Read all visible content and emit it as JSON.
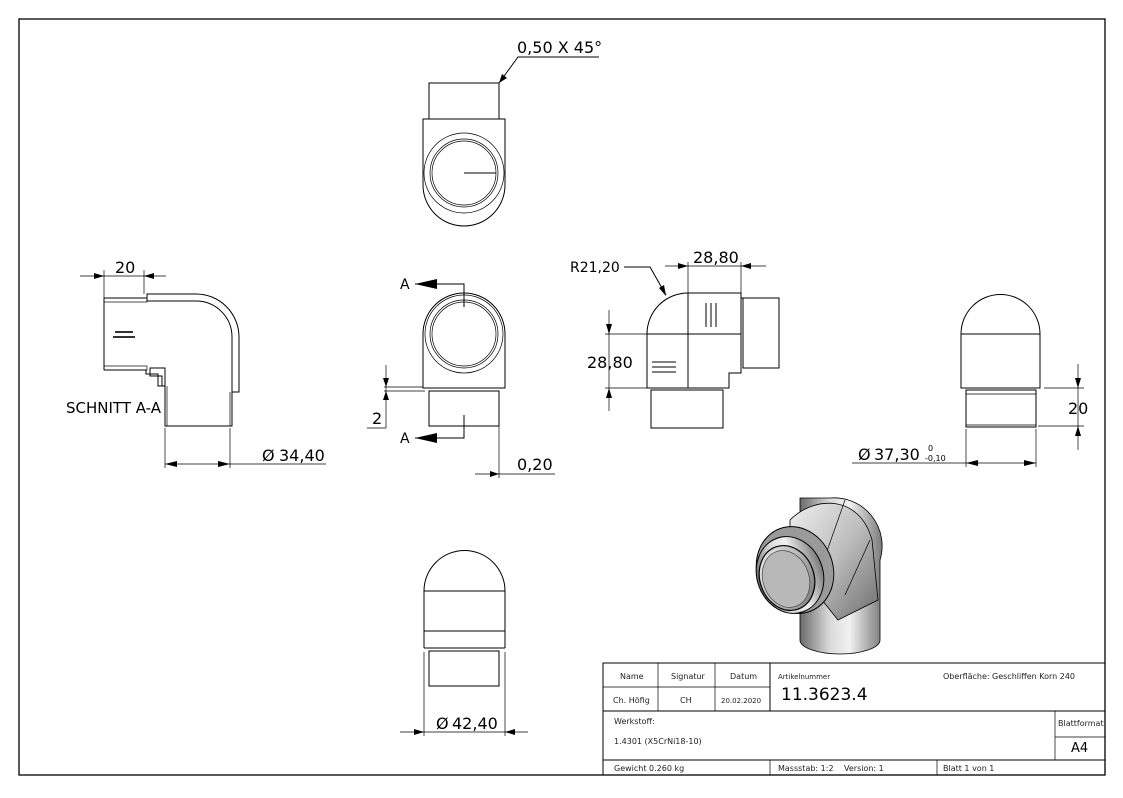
{
  "drawing": {
    "views": {
      "top": {
        "chamfer_note": "0,50 X 45°"
      },
      "section": {
        "label": "SCHNITT A-A",
        "dim_length": "20",
        "dim_diameter_symbol": "Ø",
        "dim_diameter": "34,40"
      },
      "front": {
        "section_marker_top": "A",
        "section_marker_bottom": "A",
        "dim_step": "2",
        "dim_offset": "0,20"
      },
      "side": {
        "radius": "R21,20",
        "dim_width": "28,80",
        "dim_height": "28,80"
      },
      "right": {
        "dim_diameter_symbol": "Ø",
        "dim_diameter": "37,30",
        "tol_upper": "0",
        "tol_lower": "-0,10",
        "dim_length": "20"
      },
      "bottom": {
        "dim_diameter_symbol": "Ø",
        "dim_diameter": "42,40"
      },
      "iso": {
        "description": "isometric 90° elbow render"
      }
    },
    "title_block": {
      "name_label": "Name",
      "signature_label": "Signatur",
      "date_label": "Datum",
      "name_value": "Ch. Höfig",
      "signature_value": "CH",
      "date_value": "20.02.2020",
      "article_label": "Artikelnummer",
      "article_value": "11.3623.4",
      "surface_label": "Oberfläche:",
      "surface_value": "Geschliffen Korn 240",
      "material_label": "Werkstoff:",
      "material_value": "1.4301 (X5CrNi18-10)",
      "format_label": "Blattformat",
      "format_value": "A4",
      "weight": "Gewicht 0.260 kg",
      "scale": "Massstab: 1:2",
      "version": "Version: 1",
      "sheet": "Blatt 1 von 1"
    }
  }
}
